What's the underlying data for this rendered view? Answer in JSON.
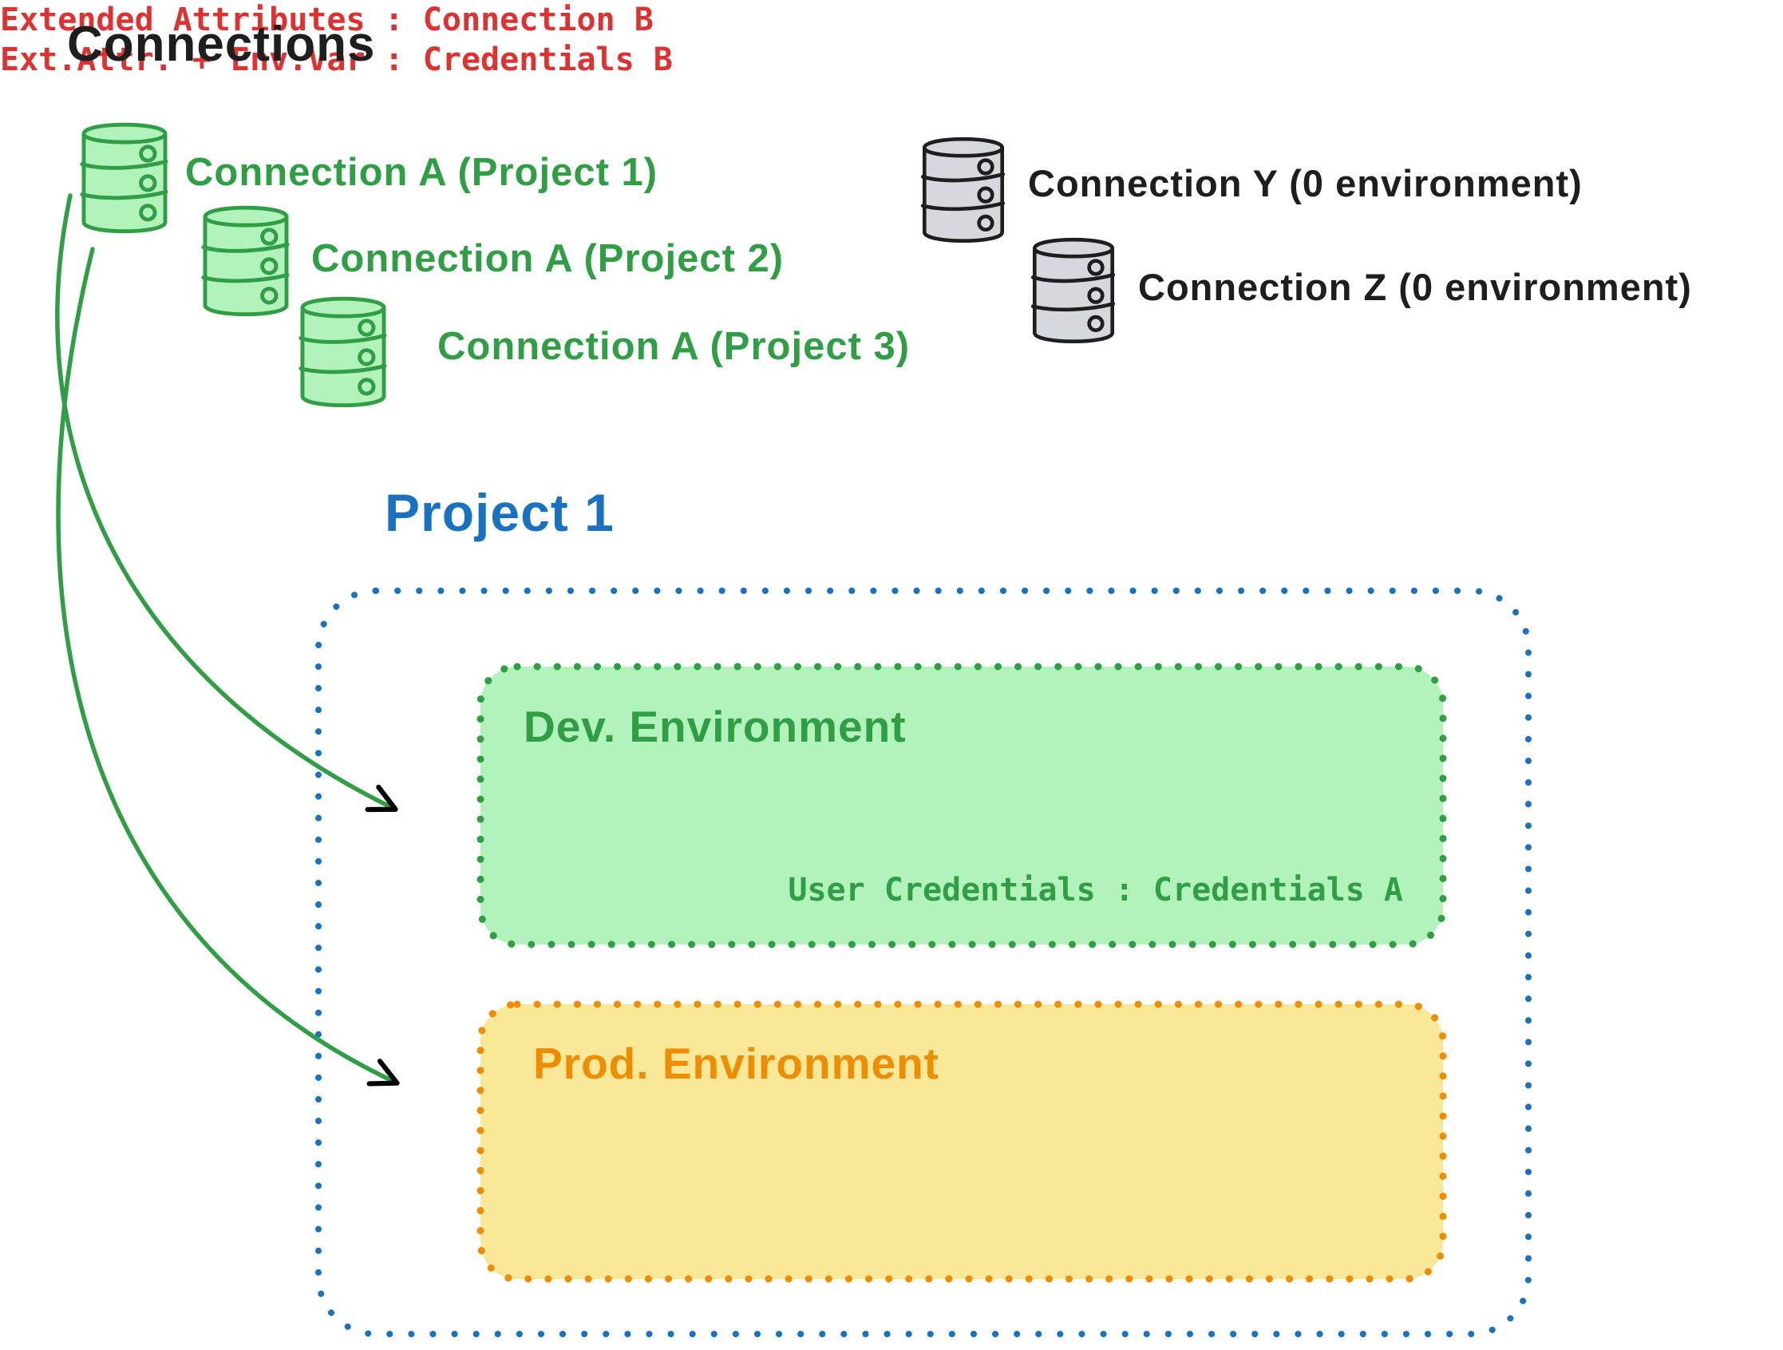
{
  "title": "Connections",
  "colors": {
    "ink": "#1e1e1e",
    "green": "#2f9e44",
    "green_fill": "#b2f2bb",
    "gray_fill": "#d5d9dd",
    "blue": "#1971c2",
    "orange": "#f08c00",
    "yellow_fill": "#f9e897",
    "red": "#e03131"
  },
  "connections": {
    "project_connections": [
      {
        "label": "Connection A (Project 1)",
        "icon": "database-icon"
      },
      {
        "label": "Connection A (Project 2)",
        "icon": "database-icon"
      },
      {
        "label": "Connection A (Project 3)",
        "icon": "database-icon"
      }
    ],
    "unassigned_connections": [
      {
        "label": "Connection Y (0 environment)",
        "icon": "database-icon"
      },
      {
        "label": "Connection Z (0 environment)",
        "icon": "database-icon"
      }
    ]
  },
  "project": {
    "title": "Project 1",
    "environments": [
      {
        "name": "Dev. Environment",
        "mapping": "User Credentials : Credentials A"
      },
      {
        "name": "Prod. Environment",
        "mappings": [
          "Extended Attributes : Connection B",
          "Ext.Attr. + Env.Var : Credentials B"
        ]
      }
    ]
  }
}
